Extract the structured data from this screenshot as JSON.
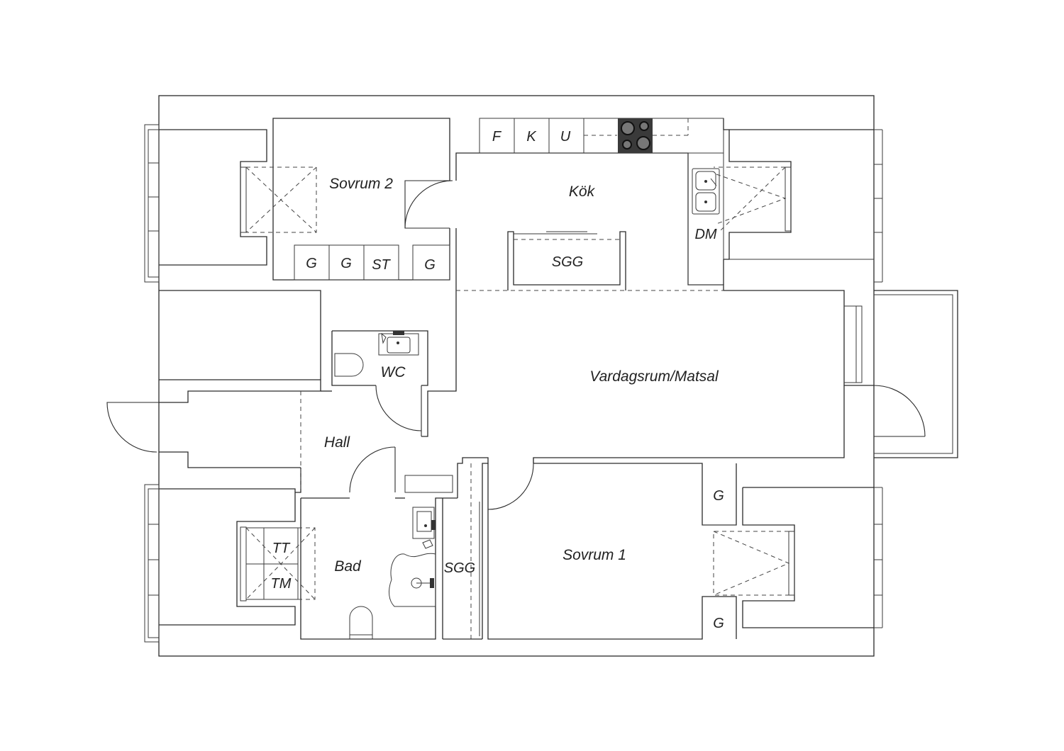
{
  "rooms": {
    "sovrum2": "Sovrum 2",
    "kok": "Kök",
    "wc": "WC",
    "vardagsrum": "Vardagsrum/Matsal",
    "hall": "Hall",
    "bad": "Bad",
    "sovrum1": "Sovrum 1"
  },
  "fixtures": {
    "f": "F",
    "k": "K",
    "u": "U",
    "dm": "DM",
    "sgg_kitchen": "SGG",
    "sgg_hall": "SGG",
    "g1": "G",
    "g2": "G",
    "st": "ST",
    "g3": "G",
    "g4": "G",
    "g5": "G",
    "tt": "TT",
    "tm": "TM"
  },
  "colors": {
    "line": "#2a2a2a",
    "stove": "#3a3a3a",
    "background": "#ffffff"
  }
}
